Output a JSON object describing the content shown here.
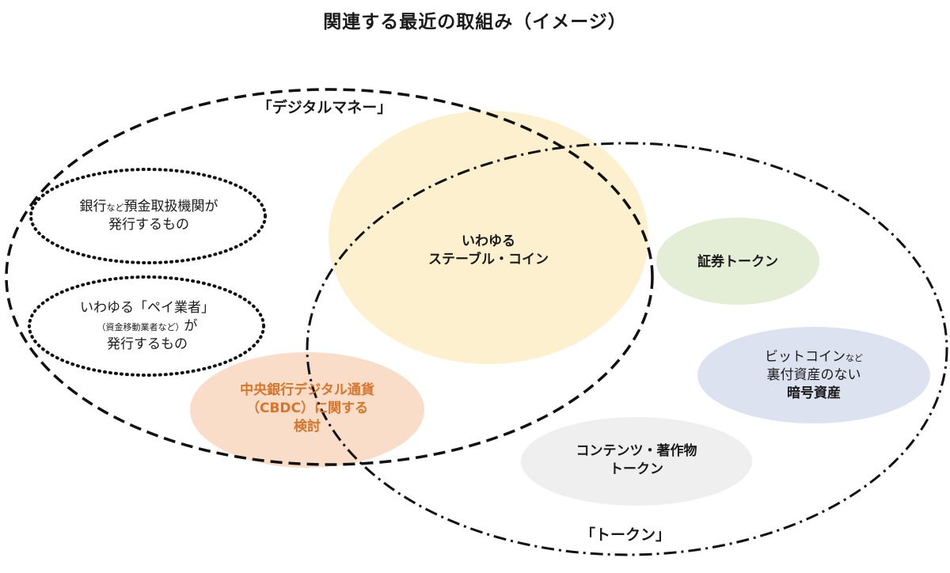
{
  "title": "関連する最近の取組み（イメージ）",
  "digital_money": {
    "label": "「デジタルマネー」",
    "bank_deposit": {
      "line1_a": "銀行",
      "line1_small": "など",
      "line1_b": "預金取扱機関が",
      "line2": "発行するもの"
    },
    "pay_operator": {
      "line1": "いわゆる「ペイ業者」",
      "line2_small": "（資金移動業者など）",
      "line2_b": "が",
      "line3": "発行するもの"
    }
  },
  "stablecoin": {
    "line1": "いわゆる",
    "line2": "ステーブル・コイン"
  },
  "cbdc": {
    "line1": "中央銀行デジタル通貨",
    "line2": "（CBDC）に関する",
    "line3": "検討"
  },
  "token": {
    "label": "「トークン」",
    "securities": "証券トークン",
    "crypto": {
      "line1_a": "ビットコイン",
      "line1_small": "など",
      "line2": "裏付資産のない",
      "line3": "暗号資産"
    },
    "content": {
      "line1": "コンテンツ・著作物",
      "line2": "トークン"
    }
  },
  "colors": {
    "stablecoin_fill": "#fdf0cf",
    "cbdc_fill": "#f9ddc8",
    "cbdc_text": "#d9742b",
    "securities_fill": "#e4eed6",
    "crypto_fill": "#dde2f1",
    "content_fill": "#efefef"
  }
}
